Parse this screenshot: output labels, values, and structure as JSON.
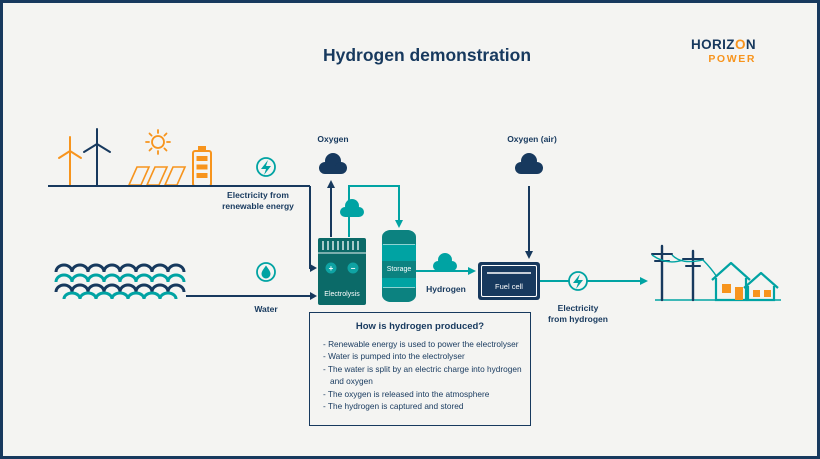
{
  "title": "Hydrogen demonstration",
  "logo": {
    "horiz": "HORIZ",
    "o": "O",
    "n": "N",
    "power": "POWER"
  },
  "colors": {
    "navy": "#17395e",
    "teal": "#00a3a3",
    "dark_teal": "#0b6a68",
    "orange": "#f7941d",
    "background": "#f4f4f2",
    "white": "#ffffff"
  },
  "flow_labels": {
    "electricity_renewable": "Electricity from\nrenewable energy",
    "water": "Water",
    "oxygen": "Oxygen",
    "oxygen_air": "Oxygen (air)",
    "hydrogen": "Hydrogen",
    "electricity_hydrogen": "Electricity\nfrom hydrogen"
  },
  "equipment": {
    "electrolysis": "Electrolysis",
    "electrolysis_plus": "+",
    "electrolysis_minus": "−",
    "storage": "Storage",
    "fuel_cell": "Fuel cell"
  },
  "info_box": {
    "title": "How is hydrogen produced?",
    "bullets": [
      "- Renewable energy is used to power the electrolyser",
      "- Water is pumped into the electrolyser",
      "- The water is split by an electric charge into hydrogen and oxygen",
      "- The oxygen is released into the atmosphere",
      "- The hydrogen is captured and stored"
    ]
  },
  "icons": {
    "wind_turbine": "wind-turbine-icon",
    "sun": "sun-icon",
    "solar_panel": "solar-panel-icon",
    "battery": "battery-icon",
    "electricity_bolt": "lightning-icon",
    "water_drop": "water-drop-icon",
    "gas_cloud": "cloud-icon",
    "power_pole": "power-pole-icon",
    "house": "house-icon"
  }
}
